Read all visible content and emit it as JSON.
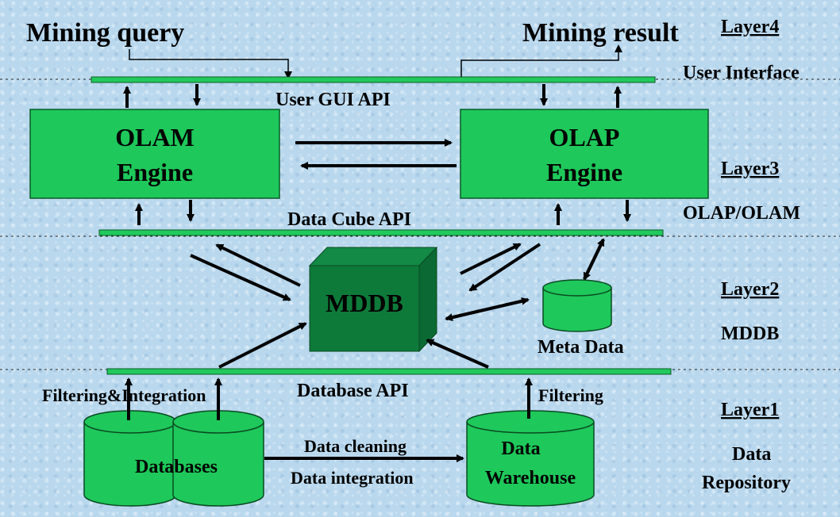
{
  "top": {
    "mining_query": "Mining query",
    "mining_result": "Mining result"
  },
  "layers": [
    {
      "name": "Layer4",
      "label_lines": [
        "User Interface"
      ]
    },
    {
      "name": "Layer3",
      "label_lines": [
        "OLAP/OLAM"
      ]
    },
    {
      "name": "Layer2",
      "label_lines": [
        "MDDB"
      ]
    },
    {
      "name": "Layer1",
      "label_lines": [
        "Data",
        "Repository"
      ]
    }
  ],
  "apis": {
    "gui": "User GUI API",
    "cube": "Data Cube API",
    "db": "Database API"
  },
  "engines": {
    "olam": [
      "OLAM",
      "Engine"
    ],
    "olap": [
      "OLAP",
      "Engine"
    ]
  },
  "mddb": "MDDB",
  "meta_data": "Meta Data",
  "repository": {
    "filtering_integration": "Filtering&Integration",
    "filtering": "Filtering",
    "databases": "Databases",
    "warehouse": [
      "Data",
      "Warehouse"
    ],
    "cleaning": "Data cleaning",
    "integration": "Data integration"
  },
  "colors": {
    "green": "#1ec85a",
    "dark_green": "#0e7a3a",
    "bar": "#22c95c"
  }
}
